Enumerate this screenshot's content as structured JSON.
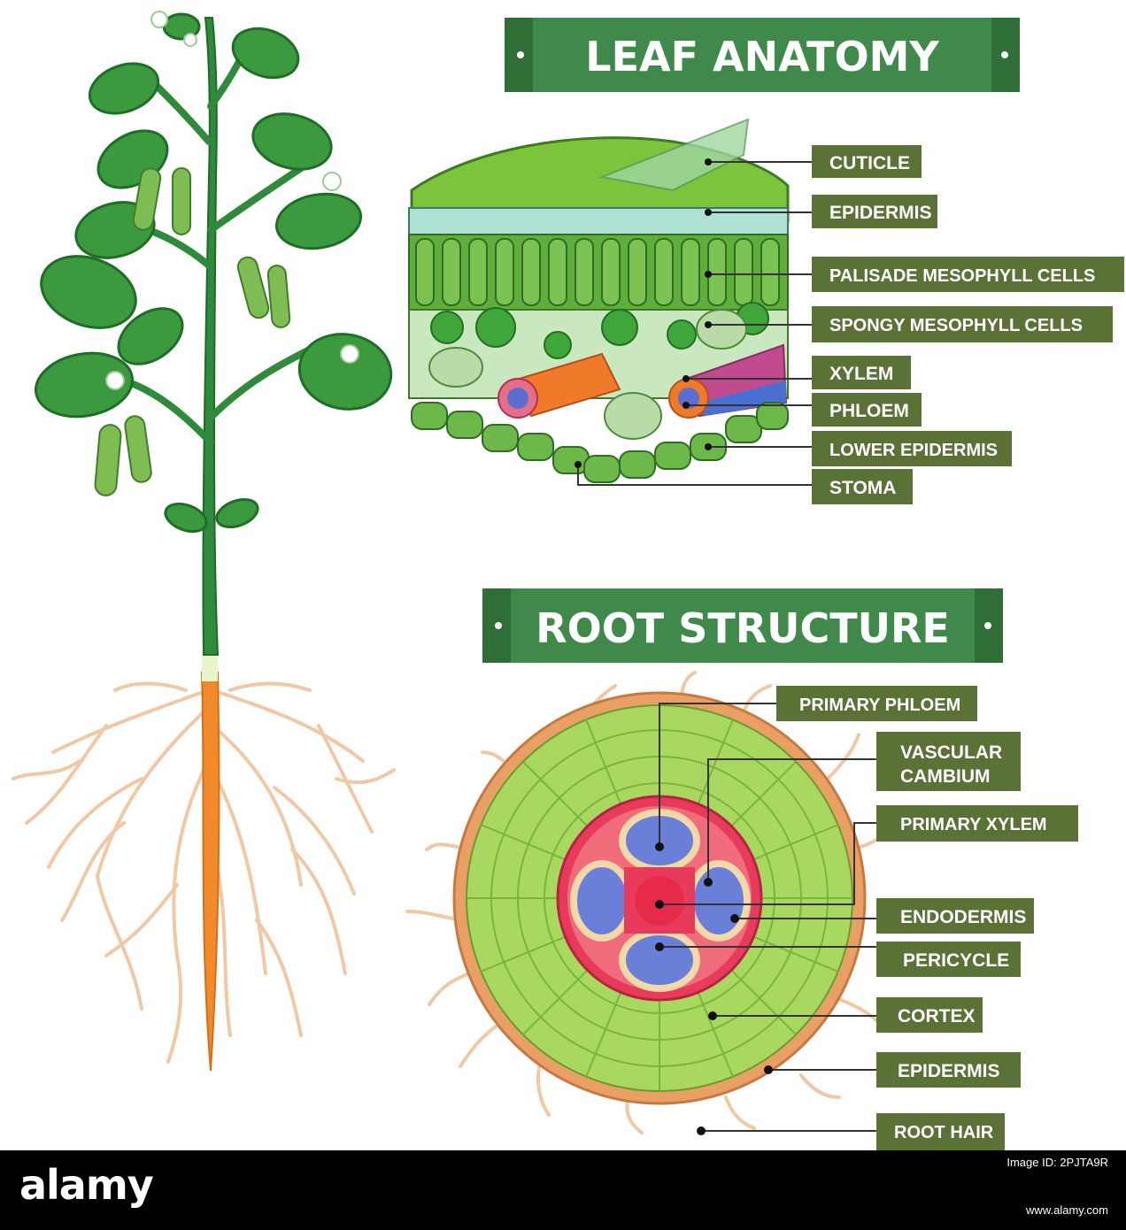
{
  "leaf_section": {
    "title": "LEAF ANATOMY",
    "labels": [
      "CUTICLE",
      "EPIDERMIS",
      "PALISADE MESOPHYLL CELLS",
      "SPONGY MESOPHYLL CELLS",
      "XYLEM",
      "PHLOEM",
      "LOWER EPIDERMIS",
      "STOMA"
    ]
  },
  "root_section": {
    "title": "ROOT STRUCTURE",
    "labels": [
      "PRIMARY PHLOEM",
      "VASCULAR",
      "CAMBIUM",
      "PRIMARY XYLEM",
      "ENDODERMIS",
      "PERICYCLE",
      "CORTEX",
      "EPIDERMIS",
      "ROOT HAIR"
    ]
  },
  "footer": {
    "logo": "alamy",
    "image_id": "Image ID: 2PJTA9R",
    "url": "www.alamy.com"
  },
  "colors": {
    "banner": "#3f8a4a",
    "label_box": "#5b7236",
    "plant_green": "#3c8c3a",
    "root_tan": "#f0c9a4",
    "taproot": "#f08a2a"
  }
}
